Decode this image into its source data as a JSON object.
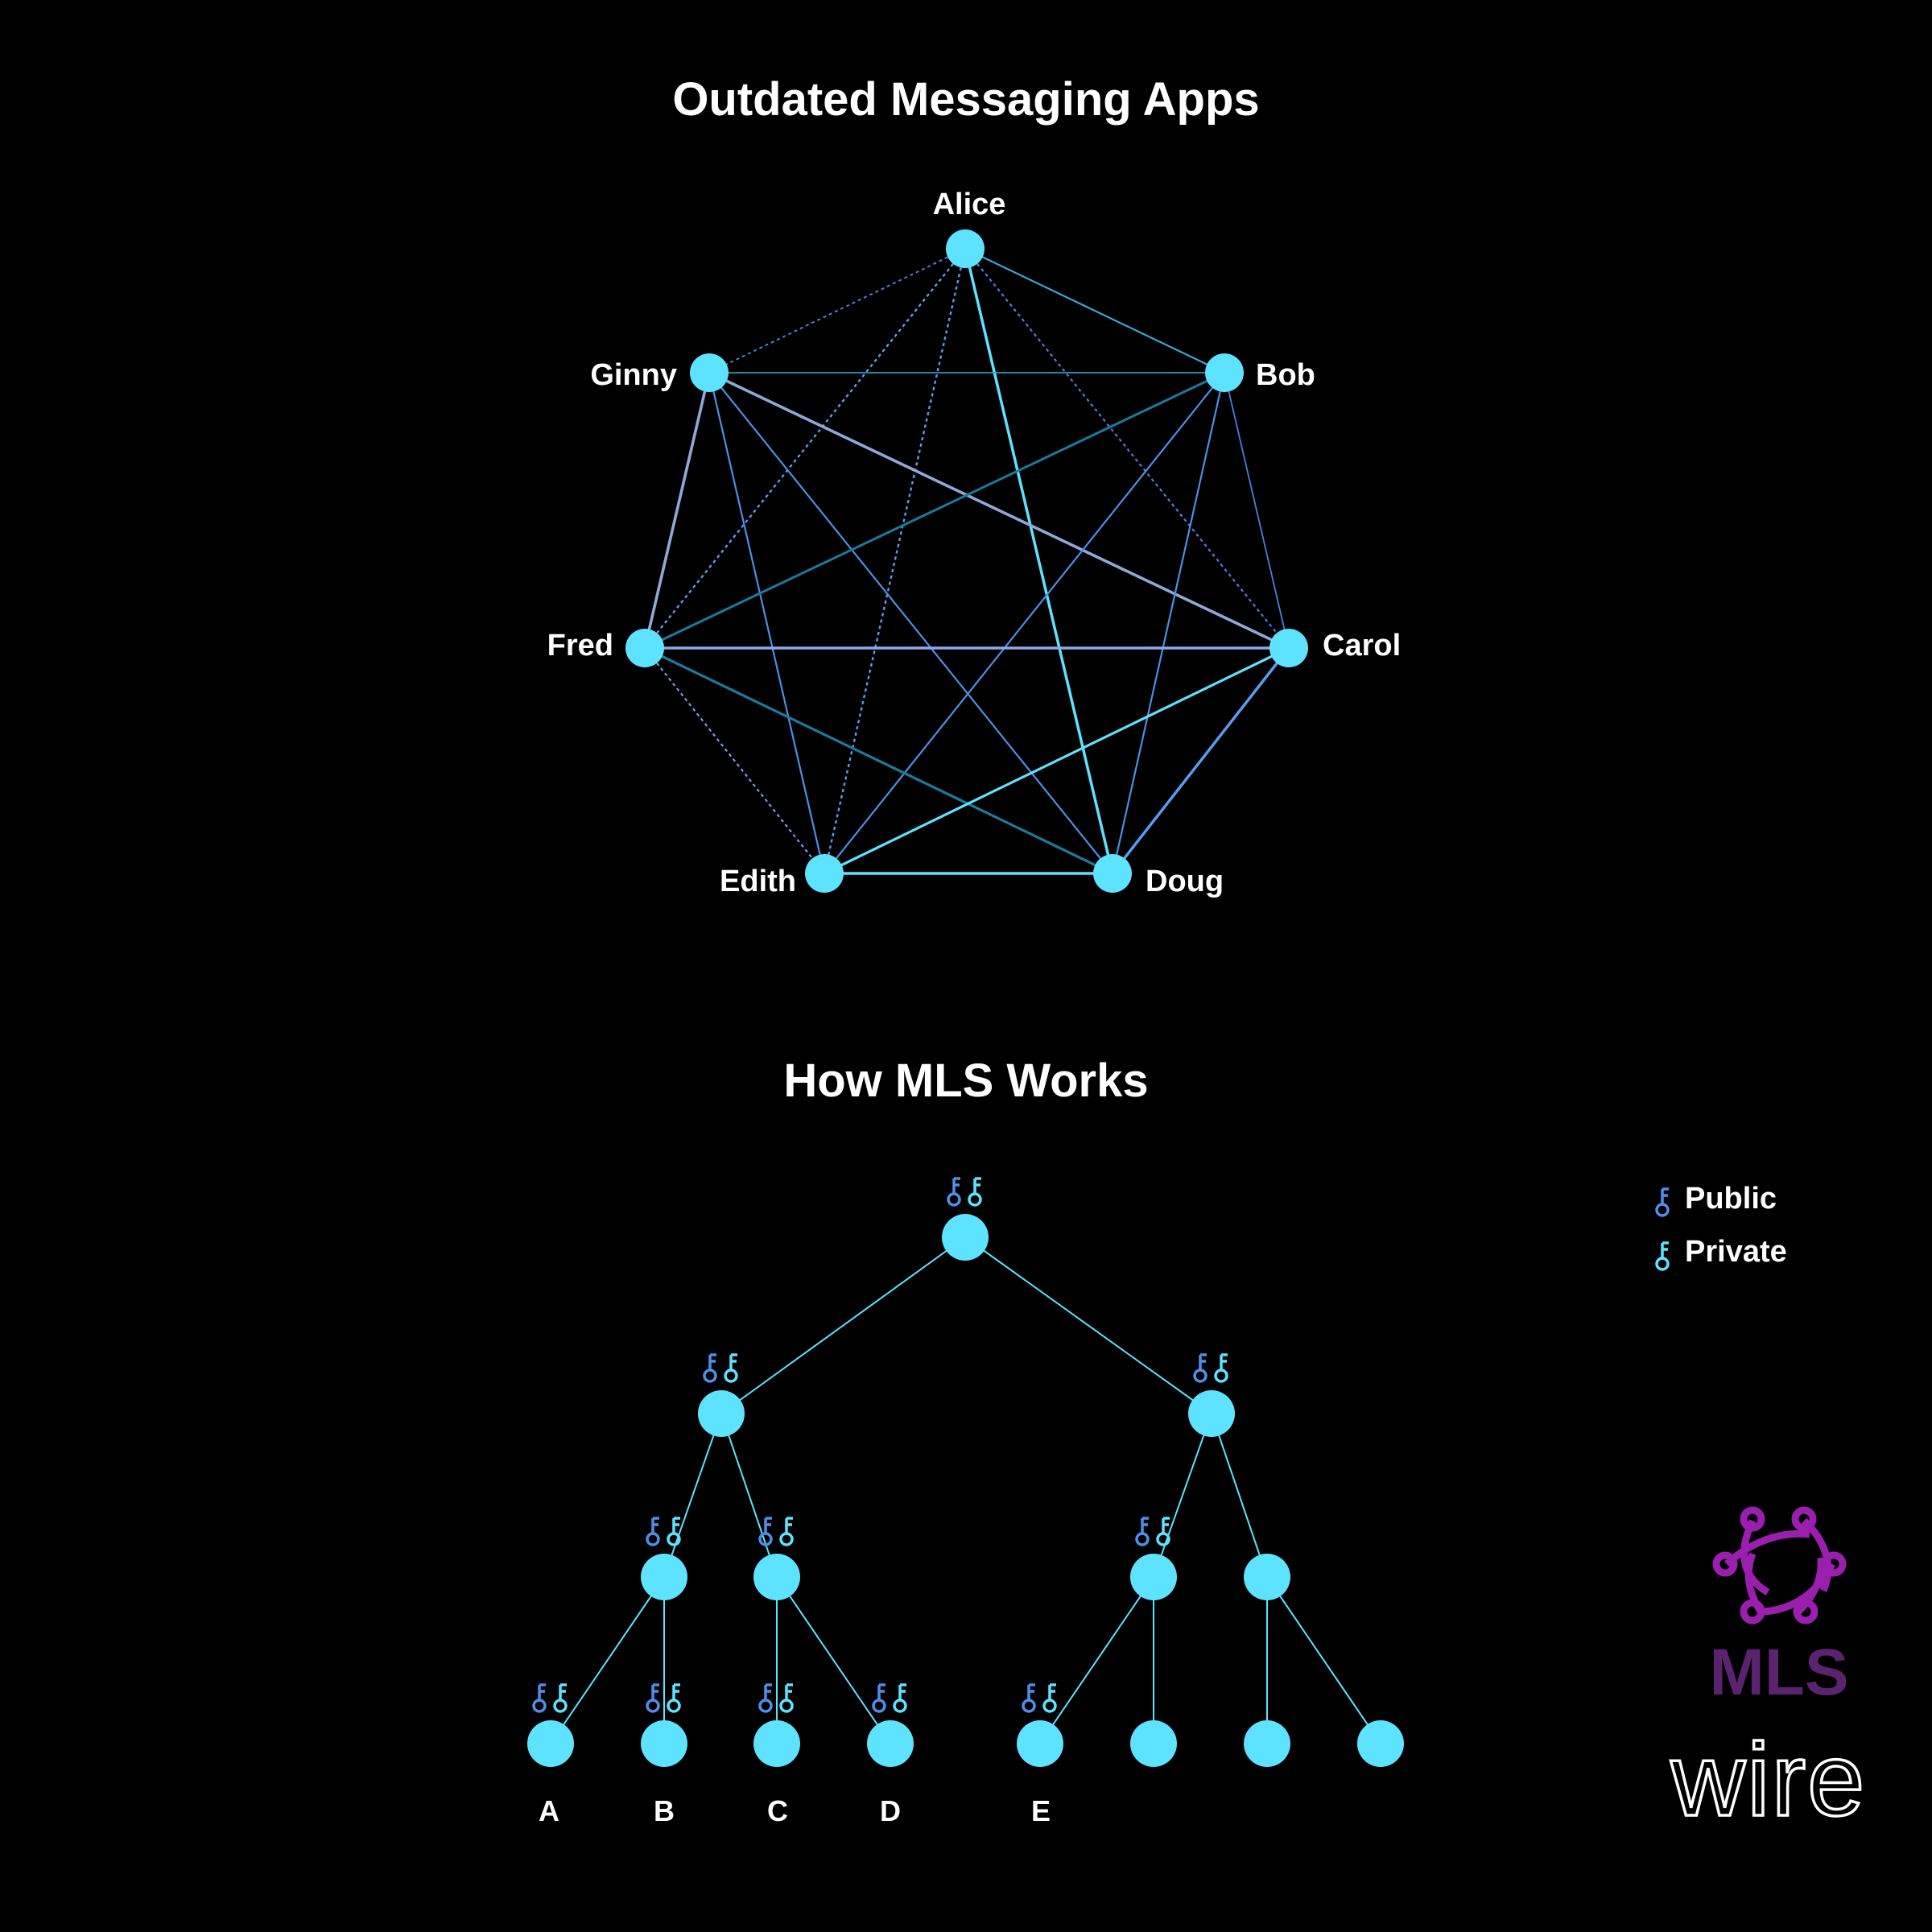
{
  "mesh": {
    "title": "Outdated Messaging Apps",
    "participants": [
      "Alice",
      "Bob",
      "Carol",
      "Doug",
      "Edith",
      "Fred",
      "Ginny"
    ]
  },
  "tree": {
    "title": "How MLS Works",
    "leaf_labels": [
      "A",
      "B",
      "C",
      "D",
      "E"
    ]
  },
  "legend": {
    "public_label": "Public",
    "private_label": "Private",
    "public_color": "#4f8fe8",
    "private_color": "#5de3ff"
  },
  "branding": {
    "mls_text": "MLS",
    "wire_text": "wire",
    "mls_color": "#5a2370",
    "mls_icon_color": "#9b1fae"
  },
  "colors": {
    "node": "#5de3ff",
    "background": "#000000"
  }
}
